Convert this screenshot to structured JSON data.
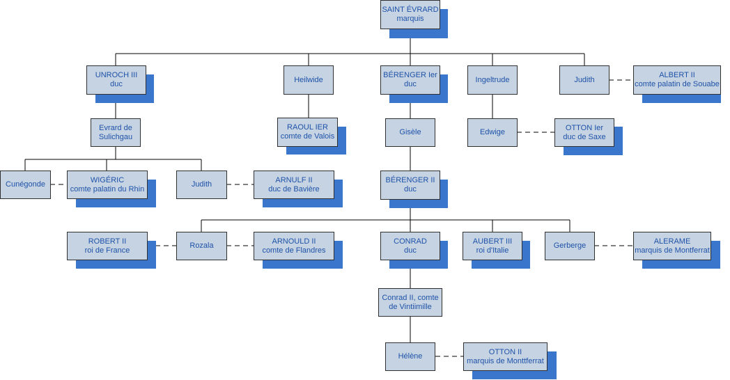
{
  "nodes": {
    "saint_evrard": {
      "line1": "SAINT ÉVRARD",
      "line2": "marquis"
    },
    "unroch": {
      "line1": "UNROCH III",
      "line2": "duc"
    },
    "heilwide": {
      "line1": "Heilwide",
      "line2": ""
    },
    "berenger1": {
      "line1": "BÉRENGER Ier",
      "line2": "duc"
    },
    "ingeltrude": {
      "line1": "Ingeltrude",
      "line2": ""
    },
    "judith_top": {
      "line1": "Judith",
      "line2": ""
    },
    "albert": {
      "line1": "ALBERT II",
      "line2": "comte palatin de Souabe"
    },
    "evrard_sul": {
      "line1": "Evrard de",
      "line2": "Sulichgau"
    },
    "raoul": {
      "line1": "RAOUL IER",
      "line2": "comte de Valois"
    },
    "gisele": {
      "line1": "Gisèle",
      "line2": ""
    },
    "edwige": {
      "line1": "Edwige",
      "line2": ""
    },
    "otton_saxe": {
      "line1": "OTTON Ier",
      "line2": "duc de Saxe"
    },
    "cunegonde": {
      "line1": "Cunégonde",
      "line2": ""
    },
    "wigeric": {
      "line1": "WIGÉRIC",
      "line2": "comte palatin du Rhin"
    },
    "judith_mid": {
      "line1": "Judith",
      "line2": ""
    },
    "arnulf": {
      "line1": "ARNULF II",
      "line2": "duc de Bavière"
    },
    "berenger2": {
      "line1": "BÉRENGER II",
      "line2": "duc"
    },
    "robert": {
      "line1": "ROBERT II",
      "line2": "roi de France"
    },
    "rozala": {
      "line1": "Rozala",
      "line2": ""
    },
    "arnould": {
      "line1": "ARNOULD II",
      "line2": "comte de Flandres"
    },
    "conrad": {
      "line1": "CONRAD",
      "line2": "duc"
    },
    "aubert": {
      "line1": "AUBERT III",
      "line2": "roi d'Italie"
    },
    "gerberge": {
      "line1": "Gerberge",
      "line2": ""
    },
    "alerame": {
      "line1": "ALERAME",
      "line2": "marquis de Montferrat"
    },
    "conrad2": {
      "line1": "Conrad II, comte",
      "line2": "de Vintiimille"
    },
    "helene": {
      "line1": "Hélène",
      "line2": ""
    },
    "otton_mont": {
      "line1": "OTTON II",
      "line2": "marquis de Monttferrat"
    }
  }
}
